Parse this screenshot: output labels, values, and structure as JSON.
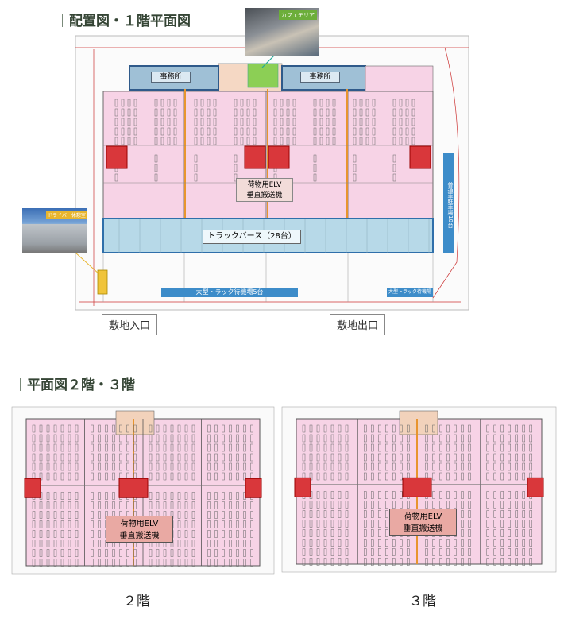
{
  "section1": {
    "title": "配置図・１階平面図",
    "offices": [
      "事務所",
      "事務所"
    ],
    "cafeteria_caption": "カフェテリア",
    "driver_room_caption": "ドライバー休憩室",
    "elevator_label_line1": "荷物用ELV",
    "elevator_label_line2": "垂直搬送機",
    "truck_berth": "トラックバース（28台）",
    "truck_waiting_large": "大型トラック待機場5台",
    "truck_waiting_small": "大型トラック待機場",
    "parking": "普通車駐車場10台",
    "entrance": "敷地入口",
    "exit": "敷地出口"
  },
  "section2": {
    "title": "平面図２階・３階",
    "floor2": {
      "elevator_line1": "荷物用ELV",
      "elevator_line2": "垂直搬送機",
      "label": "２階"
    },
    "floor3": {
      "elevator_line1": "荷物用ELV",
      "elevator_line2": "垂直搬送機",
      "label": "３階"
    }
  },
  "colors": {
    "warehouse": "#f7d3e6",
    "berth": "#b7d9e8",
    "office": "#9fc0d6",
    "stair": "#d9373b",
    "column": "#e8952e",
    "title": "#354535"
  }
}
